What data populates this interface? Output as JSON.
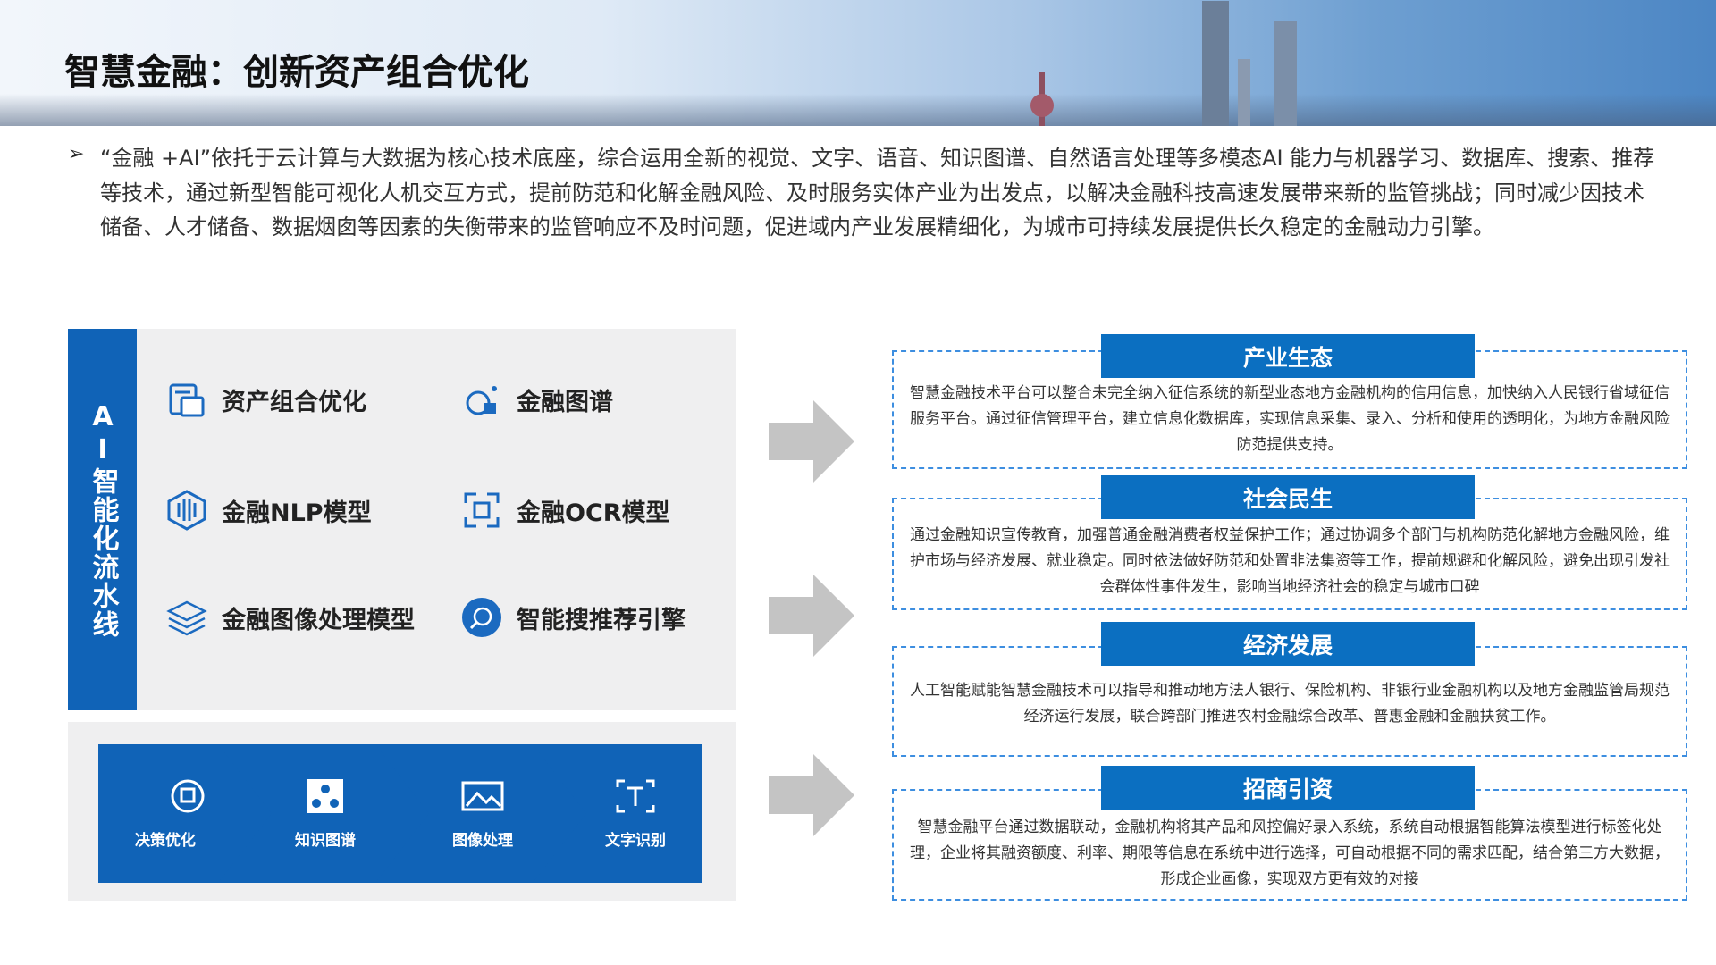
{
  "header": {
    "title": "智慧金融：创新资产组合优化"
  },
  "intro": {
    "bullet": "➢",
    "text": "“金融 +AI”依托于云计算与大数据为核心技术底座，综合运用全新的视觉、文字、语音、知识图谱、自然语言处理等多模态AI 能力与机器学习、数据库、搜索、推荐等技术，通过新型智能可视化人机交互方式，提前防范和化解金融风险、及时服务实体产业为出发点，以解决金融科技高速发展带来新的监管挑战；同时减少因技术储备、人才储备、数据烟囱等因素的失衡带来的监管响应不及时问题，促进域内产业发展精细化，为城市可持续发展提供长久稳定的金融动力引擎。"
  },
  "pipeline": {
    "label": "AI智能化流水线",
    "items": [
      {
        "label": "资产组合优化",
        "icon": "portfolio-icon"
      },
      {
        "label": "金融图谱",
        "icon": "graph-icon"
      },
      {
        "label": "金融NLP模型",
        "icon": "nlp-icon"
      },
      {
        "label": "金融OCR模型",
        "icon": "ocr-icon"
      },
      {
        "label": "金融图像处理模型",
        "icon": "image-model-icon"
      },
      {
        "label": "智能搜推荐引擎",
        "icon": "search-engine-icon"
      }
    ]
  },
  "steps": [
    {
      "label": "决策优化",
      "icon": "decision-icon"
    },
    {
      "label": "知识图谱",
      "icon": "knowledge-graph-icon"
    },
    {
      "label": "图像处理",
      "icon": "image-icon"
    },
    {
      "label": "文字识别",
      "icon": "text-icon"
    }
  ],
  "sections": [
    {
      "title": "产业生态",
      "text": "智慧金融技术平台可以整合未完全纳入征信系统的新型业态地方金融机构的信用信息，加快纳入人民银行省域征信服务平台。通过征信管理平台，建立信息化数据库，实现信息采集、录入、分析和使用的透明化，为地方金融风险防范提供支持。"
    },
    {
      "title": "社会民生",
      "text": "通过金融知识宣传教育，加强普通金融消费者权益保护工作；通过协调多个部门与机构防范化解地方金融风险，维护市场与经济发展、就业稳定。同时依法做好防范和处置非法集资等工作，提前规避和化解风险，避免出现引发社会群体性事件发生，影响当地经济社会的稳定与城市口碑"
    },
    {
      "title": "经济发展",
      "text": "人工智能赋能智慧金融技术可以指导和推动地方法人银行、保险机构、非银行业金融机构以及地方金融监管局规范经济运行发展，联合跨部门推进农村金融综合改革、普惠金融和金融扶贫工作。"
    },
    {
      "title": "招商引资",
      "text": "智慧金融平台通过数据联动，金融机构将其产品和风控偏好录入系统，系统自动根据智能算法模型进行标签化处理，企业将其融资额度、利率、期限等信息在系统中进行选择，可自动根据不同的需求匹配，结合第三方大数据，形成企业画像，实现双方更有效的对接"
    }
  ],
  "colors": {
    "blue": "#1063b7",
    "tab": "#0b6fc1",
    "dash": "#3d8ee0",
    "panel": "#efeff0",
    "arrow": "#c4c4c4"
  }
}
